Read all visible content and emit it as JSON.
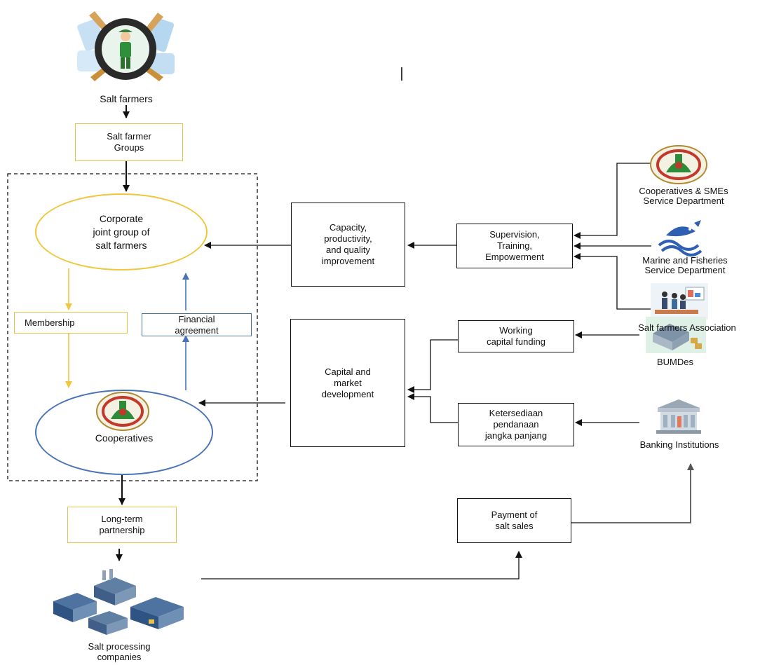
{
  "colors": {
    "gold": "#f0c63b",
    "blue": "#4a74b8",
    "black": "#111111",
    "grey_line": "#555555",
    "emblem_red": "#c0392b",
    "emblem_green": "#2e8b3a"
  },
  "icons": {
    "salt_farmer": "salt-farmer-illustration",
    "cooperatives_emblem": "cooperative-emblem",
    "cooperatives_dept_emblem": "cooperative-emblem",
    "marine_fisheries_logo": "fish-wave-logo",
    "farmers_association": "meeting-people-icon",
    "bumdes": "warehouse-icon",
    "banking": "bank-building-icon",
    "processing_companies": "factory-cluster-icon"
  },
  "nodes": {
    "salt_farmers": "Salt farmers",
    "salt_farmer_groups": "Salt farmer\nGroups",
    "corporate_group": "Corporate\njoint group of\nsalt farmers",
    "membership": "Membership",
    "financial_agreement": "Financial\nagreement",
    "cooperatives": "Cooperatives",
    "long_term_partnership": "Long-term\npartnership",
    "salt_processing_companies": "Salt processing\ncompanies",
    "capacity_improvement": "Capacity,\nproductivity,\nand quality\nimprovement",
    "supervision": "Supervision,\nTraining,\nEmpowerment",
    "cooperatives_smes_dept": "Cooperatives & SMEs\nService Department",
    "marine_fisheries_dept": "Marine and Fisheries\nService Department",
    "salt_farmers_association": "Salt farmers Association",
    "capital_market": "Capital and\nmarket\ndevelopment",
    "working_capital": "Working\ncapital funding",
    "long_term_funding": "Ketersediaan\npendanaan\njangka panjang",
    "bumdes": "BUMDes",
    "banking_institutions": "Banking Institutions",
    "payment_salt_sales": "Payment of\nsalt sales",
    "stray_mark": "|"
  }
}
